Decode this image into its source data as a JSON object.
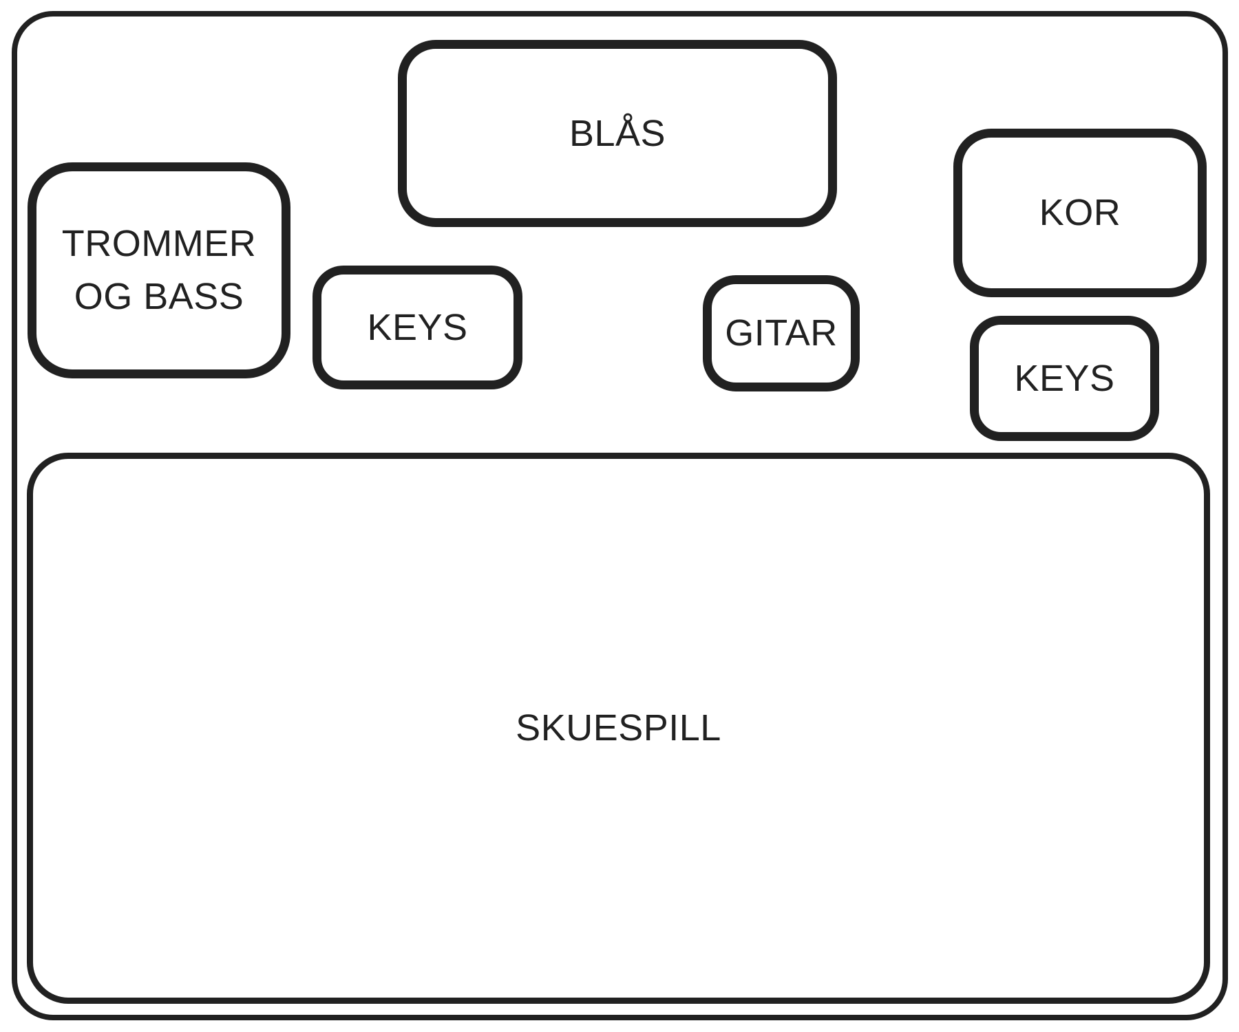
{
  "page": {
    "background_color": "#ffffff",
    "ink_color": "#212121"
  },
  "stage_plot": {
    "areas": {
      "blas": {
        "label": "BLÅS"
      },
      "trommer_og_bass": {
        "lines": [
          "TROMMER",
          "OG BASS"
        ]
      },
      "keys_left": {
        "label": "KEYS"
      },
      "gitar": {
        "label": "GITAR"
      },
      "kor": {
        "label": "KOR"
      },
      "keys_right": {
        "label": "KEYS"
      },
      "skuespill": {
        "label": "SKUESPILL"
      }
    }
  }
}
